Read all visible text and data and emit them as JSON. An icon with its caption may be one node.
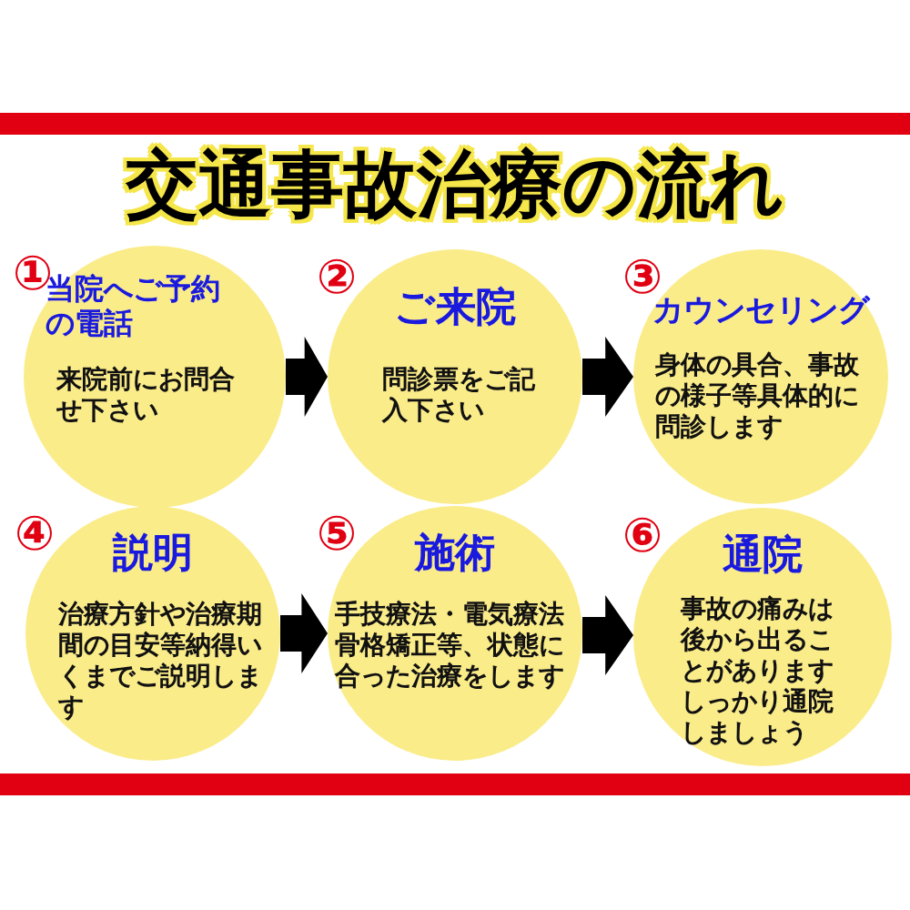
{
  "diagram": {
    "title": "交通事故治療の流れ",
    "nodes": [
      {
        "text": [
          "①",
          "当院へご予約の電話",
          "来院前にお問合せ下さい"
        ]
      },
      {
        "text": [
          "②",
          "ご来院",
          "問診票をご記入下さい"
        ]
      },
      {
        "text": [
          "③",
          "カウンセリング",
          "身体の具合、事故の様子等具体的に問診します"
        ]
      },
      {
        "text": [
          "④",
          "説明",
          "治療方針や治療期間の目安等納得いくまでご説明します"
        ]
      },
      {
        "text": [
          "⑤",
          "施術",
          "手技療法・電気療法骨格矯正等、状態に合った治療をします"
        ]
      },
      {
        "text": [
          "⑥",
          "通院",
          "事故の痛みは後から出ることがありますしっかり通院しましょう"
        ]
      }
    ],
    "edges": [
      {
        "from": 0,
        "to": 1,
        "arrow": "to"
      },
      {
        "from": 1,
        "to": 2,
        "arrow": "to"
      },
      {
        "from": 3,
        "to": 4,
        "arrow": "to"
      },
      {
        "from": 4,
        "to": 5,
        "arrow": "to"
      }
    ]
  }
}
